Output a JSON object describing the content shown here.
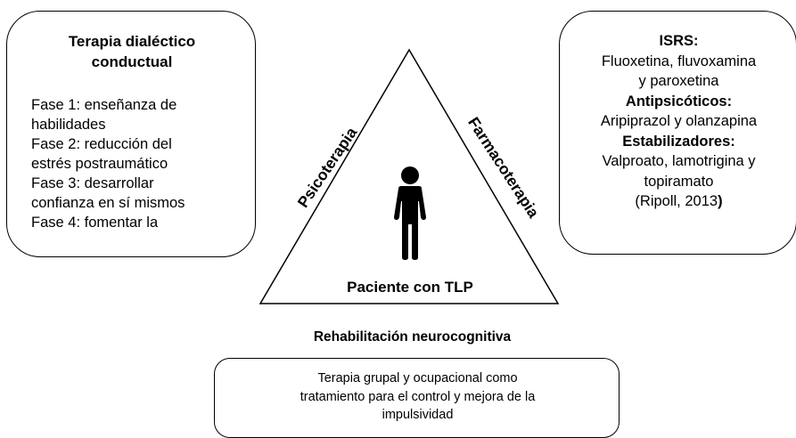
{
  "left_box": {
    "title_lines": [
      "Terapia dialéctico",
      "conductual"
    ],
    "body_lines": [
      "Fase 1: enseñanza de",
      "habilidades",
      "Fase 2: reducción del",
      "estrés postraumático",
      "Fase 3: desarrollar",
      "confianza en sí mismos",
      "Fase 4: fomentar la"
    ]
  },
  "right_box": {
    "isrs_heading": "ISRS:",
    "isrs_lines": [
      "Fluoxetina, fluvoxamina",
      "y paroxetina"
    ],
    "antipsicoticos_heading": "Antipsicóticos:",
    "antipsicoticos_line": "Aripiprazol y olanzapina",
    "estabilizadores_heading": "Estabilizadores:",
    "estabilizadores_lines": [
      "Valproato, lamotrigina y",
      "topiramato"
    ],
    "citation": "(Ripoll, 2013",
    "citation_close": ")"
  },
  "triangle": {
    "left_side_label": "Psicoterapia",
    "right_side_label": "Farmacoterapia",
    "center_label": "Paciente con TLP",
    "center_icon": "person-icon"
  },
  "bottom": {
    "heading": "Rehabilitación neurocognitiva",
    "body_lines": [
      "Terapia grupal y ocupacional como",
      "tratamiento para el control y mejora de la",
      "impulsividad"
    ]
  }
}
